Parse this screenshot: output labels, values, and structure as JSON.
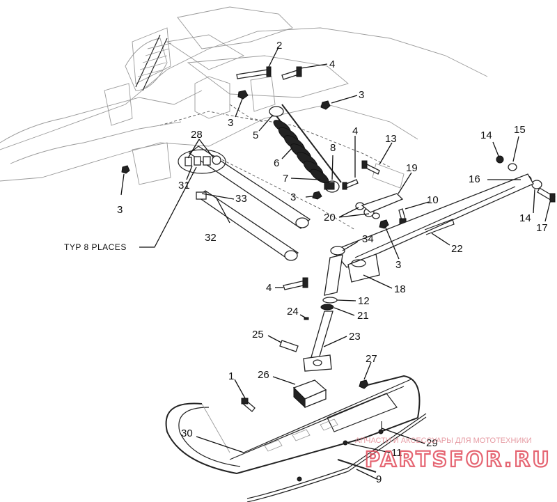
{
  "callouts": {
    "c1": "1",
    "c2": "2",
    "c3a": "3",
    "c3b": "3",
    "c3c": "3",
    "c3d": "3",
    "c3e": "3",
    "c4a": "4",
    "c4b": "4",
    "c4c": "4",
    "c5": "5",
    "c6": "6",
    "c7": "7",
    "c8": "8",
    "c9": "9",
    "c10": "10",
    "c11": "11",
    "c12": "12",
    "c13": "13",
    "c14a": "14",
    "c14b": "14",
    "c15": "15",
    "c16": "16",
    "c17": "17",
    "c18": "18",
    "c19": "19",
    "c20": "20",
    "c21": "21",
    "c22": "22",
    "c23": "23",
    "c24": "24",
    "c25": "25",
    "c26": "26",
    "c27": "27",
    "c28": "28",
    "c29": "29",
    "c30": "30",
    "c31": "31",
    "c32": "32",
    "c33": "33",
    "c34": "34"
  },
  "note": "TYP 8 PLACES",
  "watermark": {
    "tagline": "АПЧАСТИ И АКСЕССУАРЫ ДЛЯ МОТОТЕХНИКИ",
    "brand": "PARTSFOR.RU"
  }
}
